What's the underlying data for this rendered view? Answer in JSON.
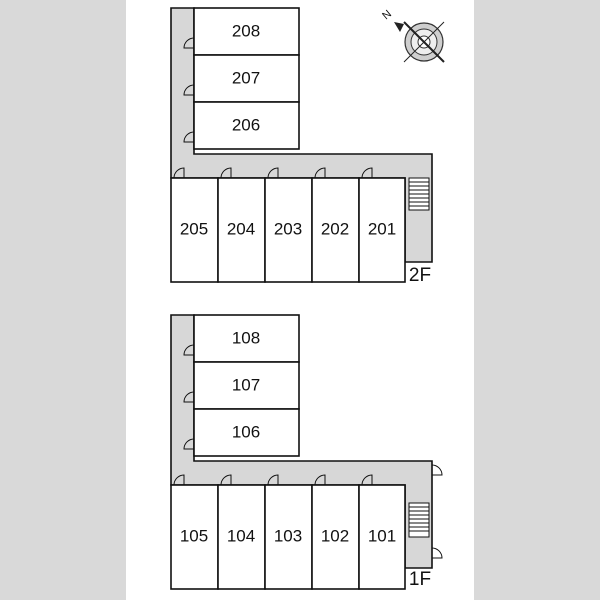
{
  "compass": {
    "north_label": "N"
  },
  "floors": [
    {
      "id": "2F",
      "label": "2F",
      "upper_rooms": [
        "208",
        "207",
        "206"
      ],
      "lower_rooms": [
        "205",
        "204",
        "203",
        "202",
        "201"
      ]
    },
    {
      "id": "1F",
      "label": "1F",
      "upper_rooms": [
        "108",
        "107",
        "106"
      ],
      "lower_rooms": [
        "105",
        "104",
        "103",
        "102",
        "101"
      ]
    }
  ]
}
